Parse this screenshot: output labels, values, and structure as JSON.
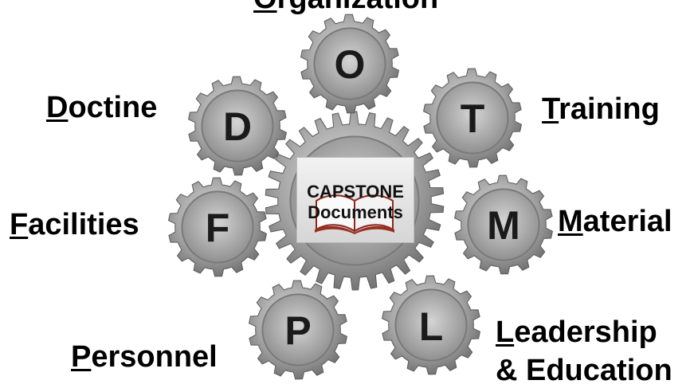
{
  "center": {
    "line1": "CAPSTONE",
    "line2": "Documents"
  },
  "gears": [
    {
      "letter": "O"
    },
    {
      "letter": "D"
    },
    {
      "letter": "T"
    },
    {
      "letter": "F"
    },
    {
      "letter": "M"
    },
    {
      "letter": "P"
    },
    {
      "letter": "L"
    }
  ],
  "labels": {
    "organization": {
      "first": "O",
      "rest": "rganization"
    },
    "doctrine": {
      "first": "D",
      "rest": "octine"
    },
    "training": {
      "first": "T",
      "rest": "raining"
    },
    "facilities": {
      "first": "F",
      "rest": "acilities"
    },
    "material": {
      "first": "M",
      "rest": "aterial"
    },
    "personnel": {
      "first": "P",
      "rest": "ersonnel"
    },
    "leadership": {
      "first": "L",
      "rest": "eadership",
      "line2": "& Education"
    }
  },
  "colors": {
    "gear_light": "#c8c8c8",
    "gear_dark": "#6e6e6e",
    "text": "#000000"
  }
}
